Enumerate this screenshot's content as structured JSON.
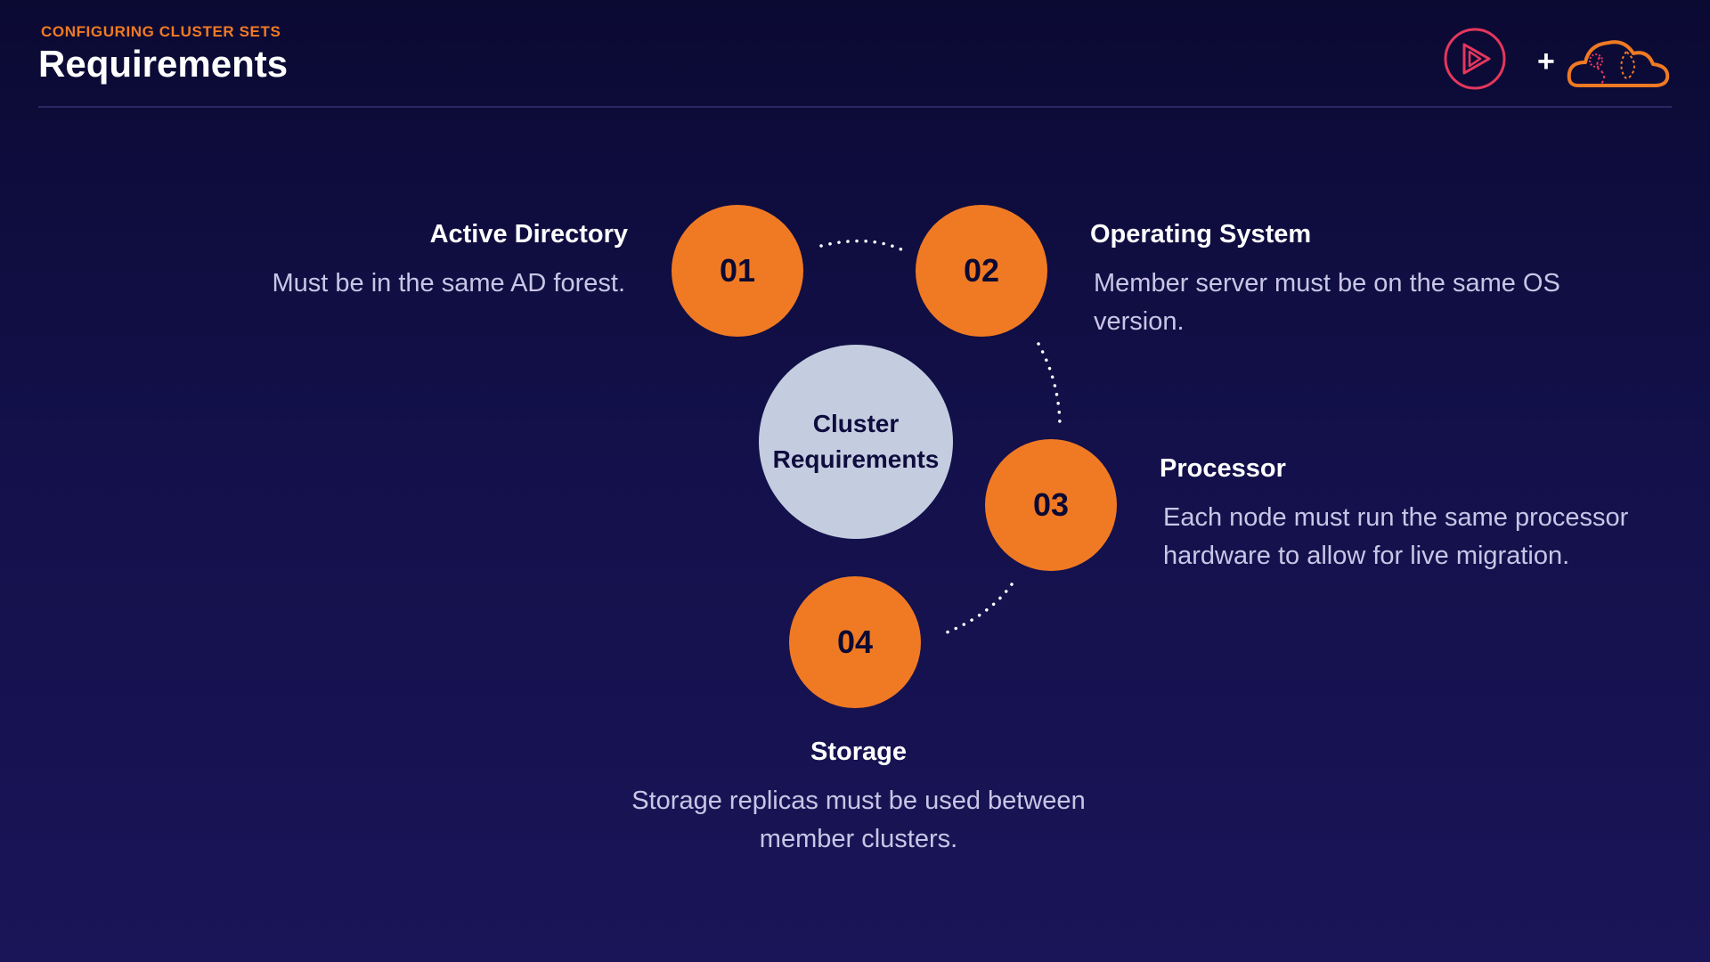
{
  "header": {
    "eyebrow": "CONFIGURING CLUSTER SETS",
    "title": "Requirements"
  },
  "logos": {
    "plus": "+",
    "icons": [
      "play-logo-icon",
      "cloud-logo-icon"
    ]
  },
  "colors": {
    "accent": "#f07a23",
    "center_fill": "#c4cde0",
    "background": "#13104a",
    "logo_red": "#e5375d"
  },
  "diagram": {
    "center_line1": "Cluster",
    "center_line2": "Requirements",
    "items": [
      {
        "number": "01",
        "title": "Active Directory",
        "description": "Must be in the same AD forest."
      },
      {
        "number": "02",
        "title": "Operating System",
        "description": "Member server must be on the same OS version."
      },
      {
        "number": "03",
        "title": "Processor",
        "description": "Each node must run the same processor hardware to allow for live migration."
      },
      {
        "number": "04",
        "title": "Storage",
        "description": "Storage replicas must be used between member clusters."
      }
    ]
  }
}
